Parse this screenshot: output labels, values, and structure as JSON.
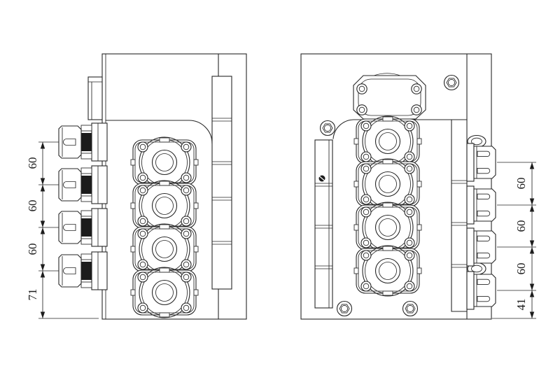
{
  "drawing": {
    "kind": "engineering-orthographic-two-views",
    "background_color": "#ffffff",
    "line_color": "#262626",
    "views": [
      {
        "id": "left-view",
        "features": [
          "mount-block",
          "hose-connectors-x4",
          "gear-sections-x4",
          "side-rail"
        ]
      },
      {
        "id": "right-view",
        "features": [
          "motor-mount-flange",
          "hex-plugs-x4",
          "gear-sections-x4",
          "hose-connectors-x4",
          "dowel-lugs-x2"
        ]
      }
    ]
  },
  "dimensions": {
    "left": [
      "60",
      "60",
      "60",
      "71"
    ],
    "right": [
      "60",
      "60",
      "60",
      "41"
    ]
  }
}
